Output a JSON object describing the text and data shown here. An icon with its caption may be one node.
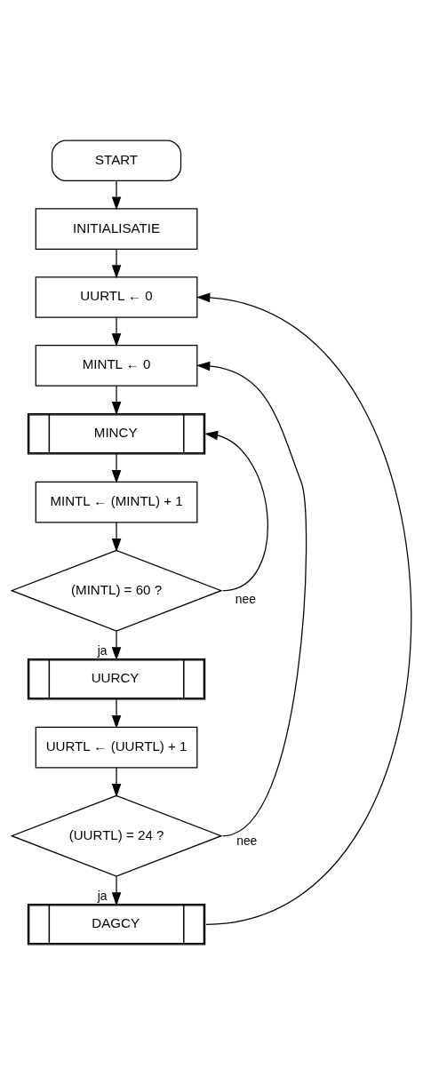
{
  "diagram": {
    "nodes": [
      {
        "text": [
          "START"
        ]
      },
      {
        "text": [
          "INITIALISATIE"
        ]
      },
      {
        "text": [
          "UURTL ← 0"
        ]
      },
      {
        "text": [
          "MINTL ← 0"
        ]
      },
      {
        "text": [
          "MINCY"
        ]
      },
      {
        "text": [
          "MINTL ← (MINTL) + 1"
        ]
      },
      {
        "text": [
          "(MINTL) = 60 ?"
        ]
      },
      {
        "text": [
          "UURCY"
        ]
      },
      {
        "text": [
          "UURTL ← (UURTL) + 1"
        ]
      },
      {
        "text": [
          "(UURTL) = 24 ?"
        ]
      },
      {
        "text": [
          "DAGCY"
        ]
      }
    ],
    "edges": [
      {
        "from": 0,
        "to": 1,
        "arrow": "to"
      },
      {
        "from": 1,
        "to": 2,
        "arrow": "to"
      },
      {
        "from": 2,
        "to": 3,
        "arrow": "to"
      },
      {
        "from": 3,
        "to": 4,
        "arrow": "to"
      },
      {
        "from": 4,
        "to": 5,
        "arrow": "to"
      },
      {
        "from": 5,
        "to": 6,
        "arrow": "to"
      },
      {
        "from": 6,
        "to": 4,
        "arrow": "to",
        "label": "nee"
      },
      {
        "from": 6,
        "to": 7,
        "arrow": "to",
        "label": "ja"
      },
      {
        "from": 7,
        "to": 8,
        "arrow": "to"
      },
      {
        "from": 8,
        "to": 9,
        "arrow": "to"
      },
      {
        "from": 9,
        "to": 3,
        "arrow": "to",
        "label": "nee"
      },
      {
        "from": 9,
        "to": 10,
        "arrow": "to",
        "label": "ja"
      },
      {
        "from": 10,
        "to": 2,
        "arrow": "to"
      }
    ]
  }
}
